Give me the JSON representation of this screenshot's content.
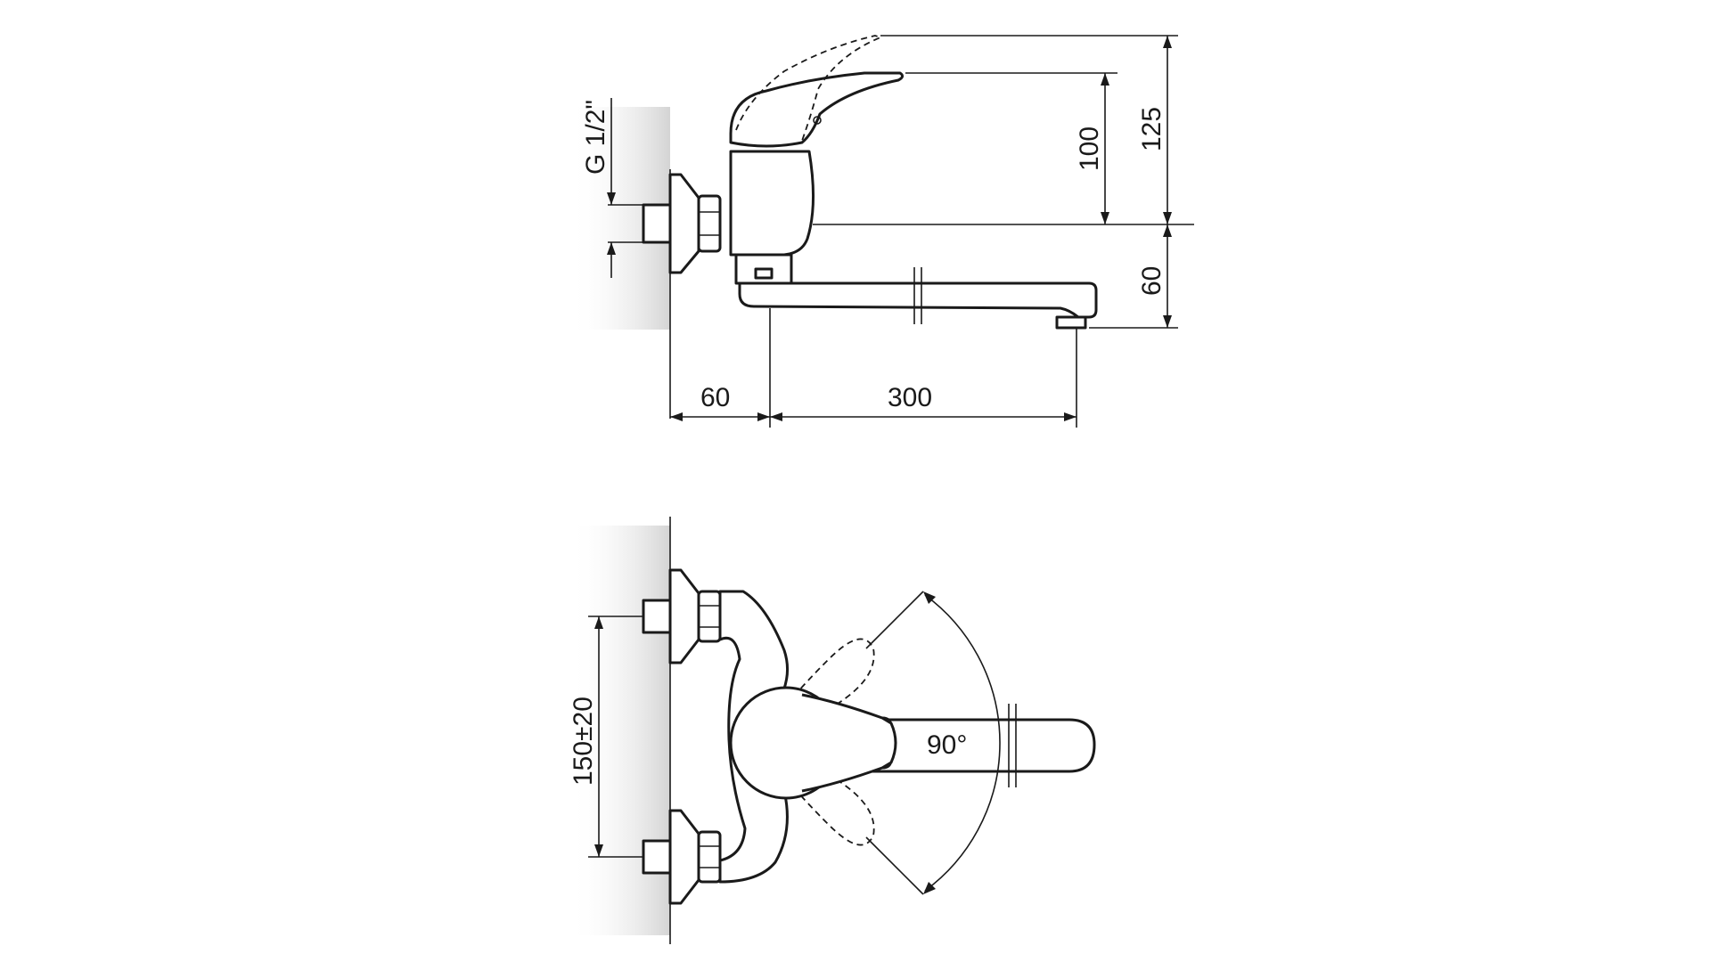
{
  "side_view": {
    "dims": {
      "thread": "G 1/2\"",
      "height_lever": "100",
      "height_total": "125",
      "height_spout": "60",
      "depth_wall": "60",
      "reach_spout": "300"
    }
  },
  "top_view": {
    "dims": {
      "inlet_spacing": "150±20",
      "lever_rotation": "90°"
    }
  },
  "colors": {
    "line": "#1a1a1a",
    "wall_shade": "#d9d9d9",
    "background": "#ffffff"
  }
}
